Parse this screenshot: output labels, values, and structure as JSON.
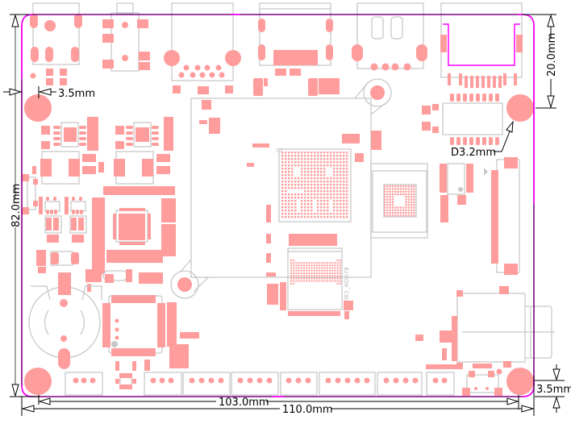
{
  "title": "PCB board outline dimensions",
  "colors": {
    "pad": "#ff9c9c",
    "outline": "#c8c8c8",
    "board_edge": "#800080",
    "board_edge_highlight": "#ff00ff",
    "dimension": "#000000"
  },
  "dimensions": {
    "board_width": "110.0mm",
    "hole_span_width": "103.0mm",
    "board_height": "82.0mm",
    "top_hole_offset": "20.0mm",
    "hole_edge_offset_left": "3.5mm",
    "hole_edge_offset_bottom": "3.5mm",
    "hole_diameter": "D3.2mm"
  },
  "silkscreen": {
    "ddr_label": "DR3_4IDA78",
    "bga_pin1": "01"
  },
  "mounting_holes": [
    {
      "name": "top-left"
    },
    {
      "name": "top-right"
    },
    {
      "name": "bottom-left"
    },
    {
      "name": "bottom-right"
    }
  ],
  "connectors": [
    {
      "name": "power-jack"
    },
    {
      "name": "audio-jack"
    },
    {
      "name": "vga-port"
    },
    {
      "name": "hdmi-port"
    },
    {
      "name": "usb-port"
    },
    {
      "name": "rj45-port"
    },
    {
      "name": "coin-cell-holder"
    },
    {
      "name": "sd-card-slot"
    },
    {
      "name": "fpc-connector"
    }
  ]
}
